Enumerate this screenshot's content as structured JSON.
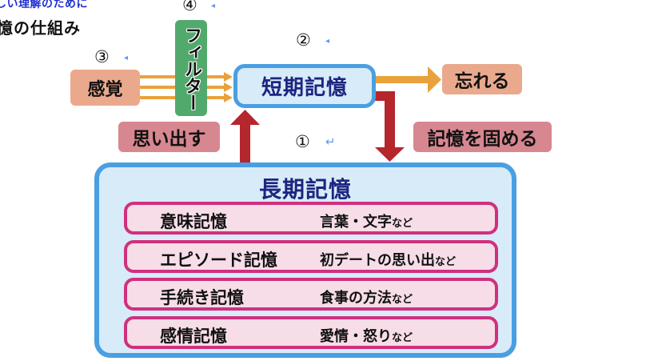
{
  "header": {
    "subtitle_partial": "しい理解のために",
    "title_partial": "憶の仕組み"
  },
  "steps": [
    {
      "number": "①",
      "mark": "↵"
    },
    {
      "number": "②",
      "mark": "◂"
    },
    {
      "number": "③",
      "mark": "◂"
    },
    {
      "number": "④",
      "mark": "◂"
    }
  ],
  "diagram": {
    "sensory": "感覚",
    "filter": "フィルター",
    "short_term": "短期記憶",
    "forget": "忘れる",
    "recall": "思い出す",
    "consolidate": "記憶を固める",
    "long_term": {
      "title": "長期記憶",
      "types": [
        {
          "name": "意味記憶",
          "example": "言葉・文字",
          "suffix": "など"
        },
        {
          "name": "エピソード記憶",
          "example": "初デートの思い出",
          "suffix": "など"
        },
        {
          "name": "手続き記憶",
          "example": "食事の方法",
          "suffix": "など"
        },
        {
          "name": "感情記憶",
          "example": "愛情・怒り",
          "suffix": "など"
        }
      ]
    }
  },
  "colors": {
    "sensory_fill": "#eaa98c",
    "filter_fill": "#52a96c",
    "blue_border": "#4a9fe2",
    "blue_fill": "#d8ebf9",
    "navy_text": "#1c2580",
    "rose_fill": "#d78790",
    "magenta_border": "#d0307e",
    "pink_fill": "#f7dde7",
    "orange_arrow": "#e9a23b",
    "red_arrow": "#b5262d"
  }
}
